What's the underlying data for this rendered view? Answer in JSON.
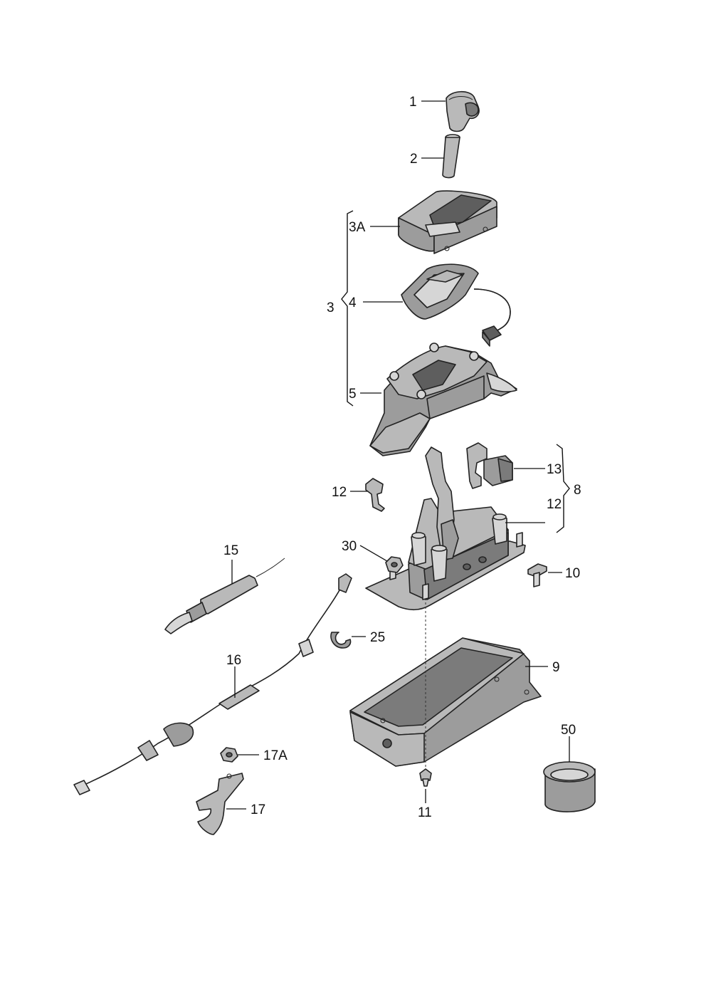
{
  "labels": {
    "p1": "1",
    "p2": "2",
    "p3A": "3A",
    "p3": "3",
    "p4": "4",
    "p5": "5",
    "p13": "13",
    "p8": "8",
    "p12a": "12",
    "p12b": "12",
    "p15": "15",
    "p30": "30",
    "p10": "10",
    "p25": "25",
    "p16": "16",
    "p9": "9",
    "p50": "50",
    "p17A": "17A",
    "p17": "17",
    "p11": "11"
  }
}
